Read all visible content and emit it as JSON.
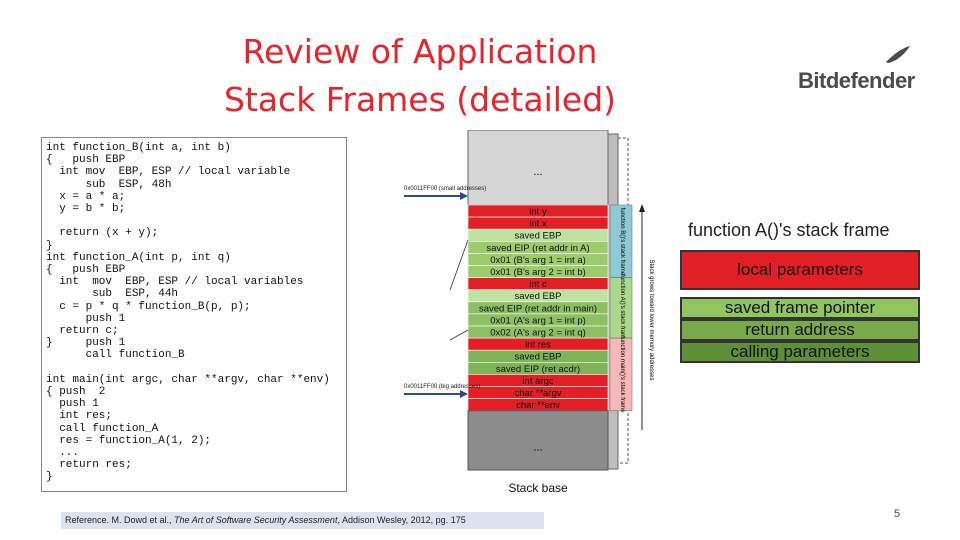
{
  "slide": {
    "title_line1": "Review of Application",
    "title_line2": "Stack Frames (detailed)",
    "page_number": "5",
    "reference": {
      "prefix": "Reference. M. Dowd et al., ",
      "book": "The Art of Software Security Assessment",
      "suffix": ", Addison Wesley, 2012, pg. 175"
    }
  },
  "logo": {
    "text": "Bitdefender"
  },
  "code": {
    "lines": [
      "int function_B(int a, int b)",
      "{   push EBP",
      "  int mov  EBP, ESP // local variable",
      "      sub  ESP, 48h",
      "  x = a * a;",
      "  y = b * b;",
      "",
      "  return (x + y);",
      "}",
      "int function_A(int p, int q)",
      "{   push EBP",
      "  int  mov  EBP, ESP // local variables",
      "       sub  ESP, 44h",
      "  c = p * q * function_B(p, p);",
      "      push 1",
      "  return c;",
      "}     push 1",
      "      call function_B",
      "",
      "int main(int argc, char **argv, char **env)",
      "{ push  2",
      "  push 1",
      "  int res;",
      "  call function_A",
      "  res = function_A(1, 2);",
      "  ...",
      "  return res;",
      "}"
    ]
  },
  "stack": {
    "top_ellipsis": "...",
    "cells": [
      "int y",
      "int x",
      "saved EBP",
      "saved EIP (ret addr in A)",
      "0x01 (B's arg 1 = int a)",
      "0x01 (B's arg 2 = int b)",
      "int c",
      "saved EBP",
      "saved EIP (ret addr in main)",
      "0x01 (A's arg 1 = int p)",
      "0x02 (A's arg 2 = int q)",
      "int res",
      "saved EBP",
      "saved EIP (ret acdr)",
      "int argc",
      "char **argv",
      "char **env"
    ],
    "bottom_ellipsis": "...",
    "base_label": "Stack base",
    "frame_labels": [
      "function B()'s stack frame",
      "function A()'s stack frame",
      "function main()'s stack frame"
    ],
    "growth_label": "Stack grows toward lower memory addresses",
    "address_labels": [
      "0x0011FF00 (small addresses)",
      "0x0011FF00 (big addresses)"
    ]
  },
  "legend": {
    "title": "function A()'s stack frame",
    "items": [
      {
        "label": "local parameters",
        "color": "#e31f26"
      },
      {
        "label": "saved frame pointer",
        "color": "#92c45f"
      },
      {
        "label": "return address",
        "color": "#79aa4a"
      },
      {
        "label": "calling parameters",
        "color": "#5e8f37"
      }
    ]
  },
  "colors": {
    "title": "#e8232a",
    "local": "#e31f26",
    "frameB": "#f5c6a8",
    "frameA": "#bde8a2",
    "frameMain": "#f7c9c9",
    "stack_gray": "#8c8c8c",
    "stack_light": "#d6d6d6"
  }
}
